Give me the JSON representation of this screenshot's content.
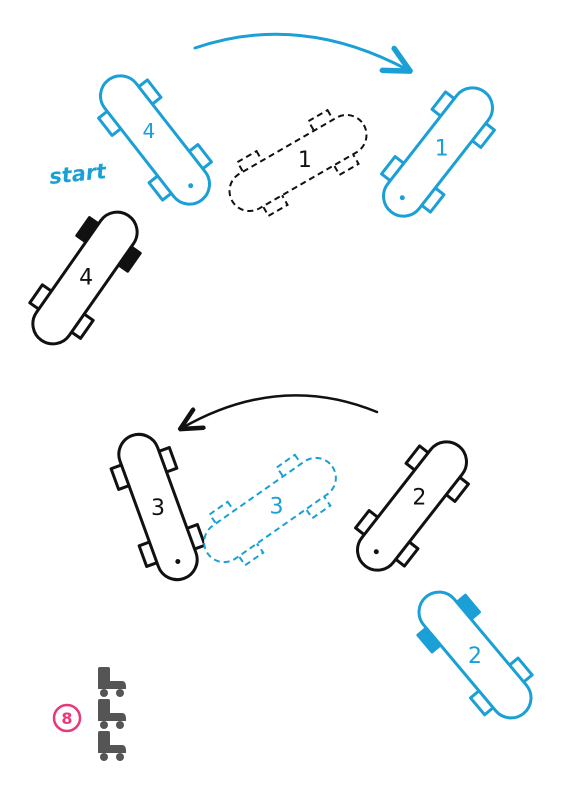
{
  "colors": {
    "blue": "#1a9fd6",
    "black": "#111111",
    "pink": "#e8397a",
    "gray": "#555555",
    "background": "#ffffff"
  },
  "labels": {
    "start": "start",
    "page_number": "8"
  },
  "boards": [
    {
      "id": "board-4-blue",
      "number": "4",
      "style": "solid-blue"
    },
    {
      "id": "board-1-ghost",
      "number": "1",
      "style": "dashed-black"
    },
    {
      "id": "board-1-blue",
      "number": "1",
      "style": "solid-blue"
    },
    {
      "id": "board-4-black",
      "number": "4",
      "style": "solid-black"
    },
    {
      "id": "board-3-black",
      "number": "3",
      "style": "solid-black"
    },
    {
      "id": "board-3-ghost",
      "number": "3",
      "style": "dashed-blue"
    },
    {
      "id": "board-2-black",
      "number": "2",
      "style": "solid-black"
    },
    {
      "id": "board-2-blue",
      "number": "2",
      "style": "solid-blue"
    }
  ],
  "arrows": [
    {
      "id": "arrow-top",
      "direction": "clockwise",
      "color": "blue"
    },
    {
      "id": "arrow-bottom",
      "direction": "counter-clockwise",
      "color": "black"
    }
  ],
  "icons": [
    "roller-skate-icon",
    "roller-skate-icon",
    "roller-skate-icon"
  ]
}
